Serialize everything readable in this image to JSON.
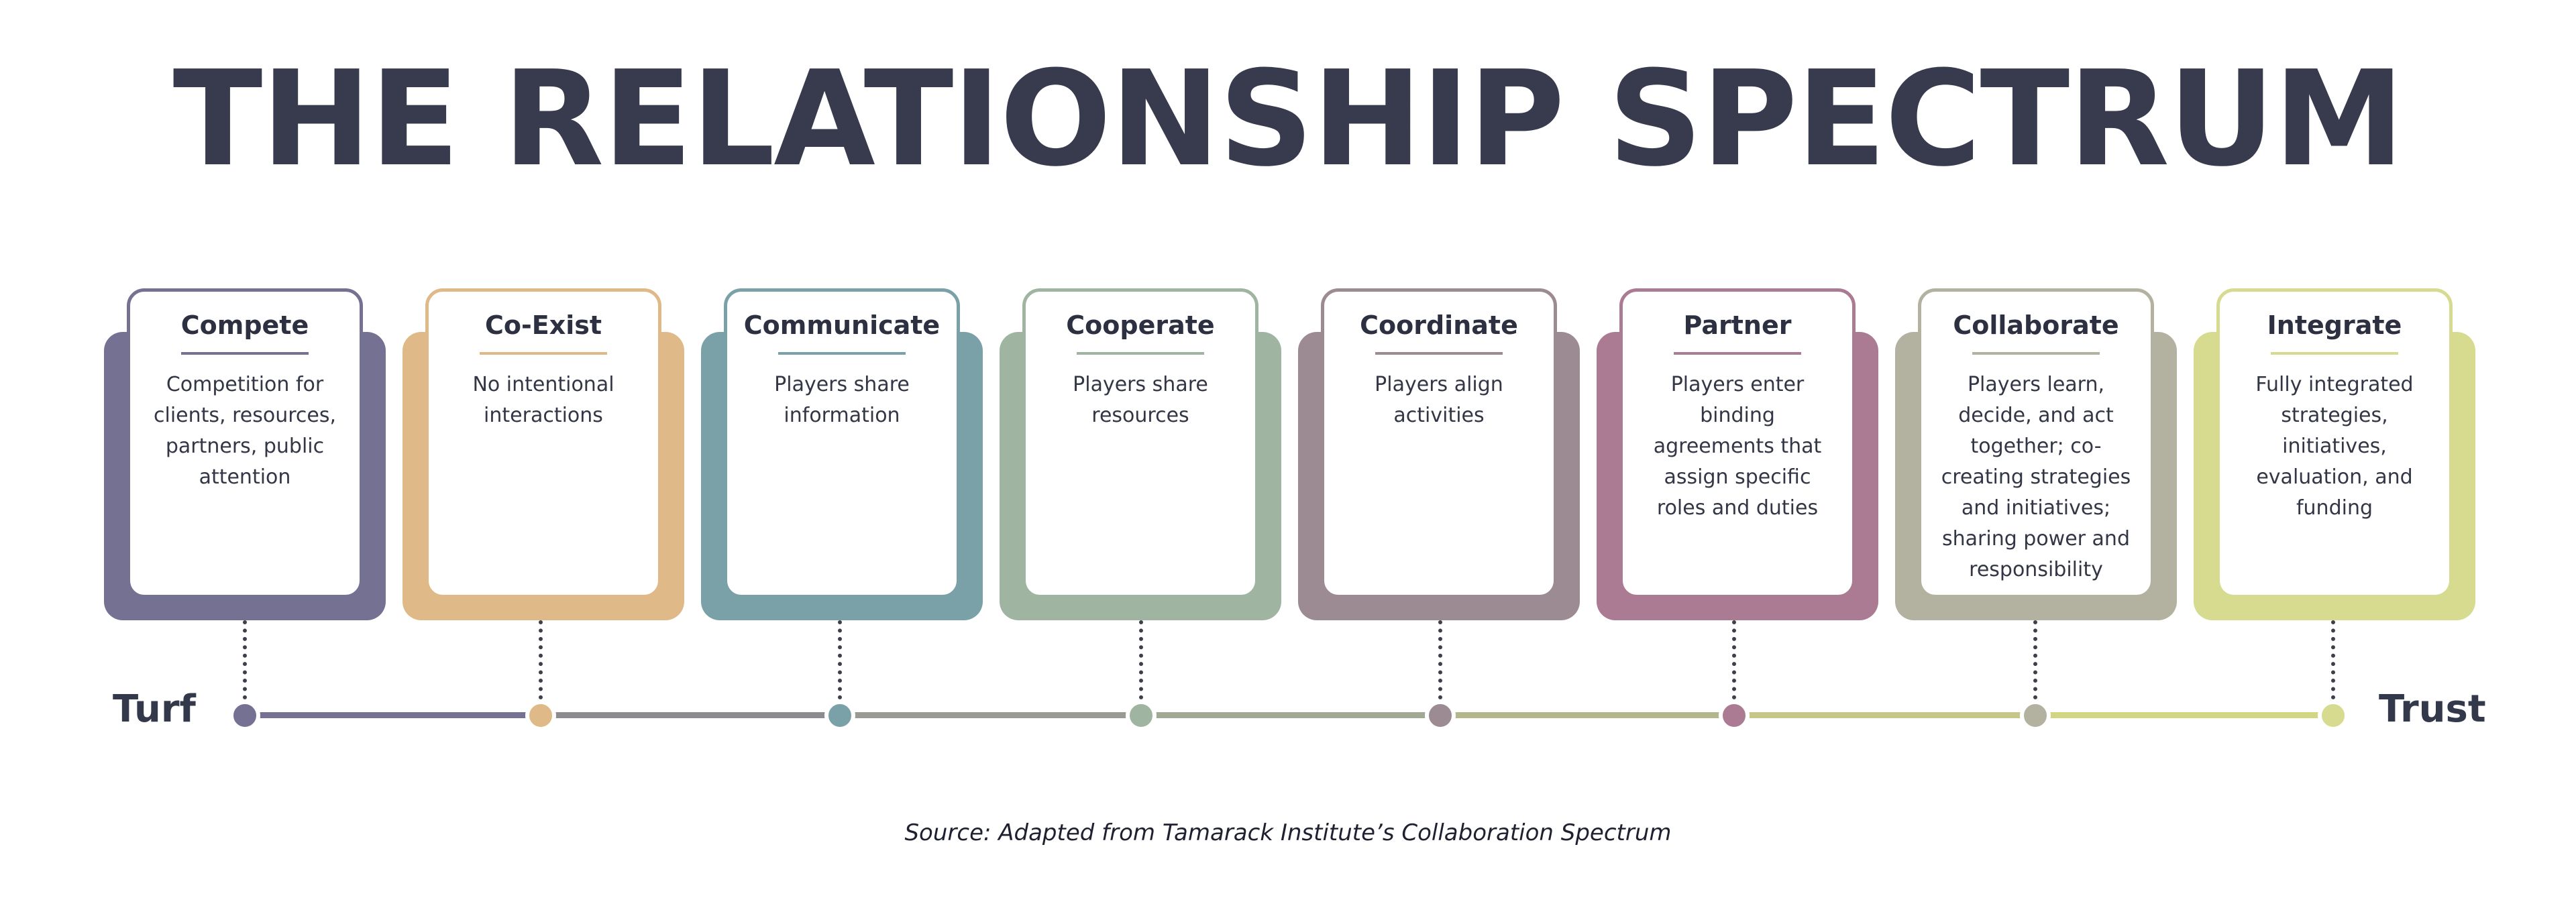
{
  "title": "THE RELATIONSHIP SPECTRUM",
  "spectrum_start": "Turf",
  "spectrum_end": "Trust",
  "source": "Source: Adapted from Tamarack Institute’s Collaboration Spectrum",
  "stages": [
    {
      "name": "Compete",
      "description": "Competition for clients, resources, partners, public attention",
      "color": "#757193"
    },
    {
      "name": "Co-Exist",
      "description": "No intentional interactions",
      "color": "#dfb988"
    },
    {
      "name": "Communicate",
      "description": "Players share information",
      "color": "#7ba1a8"
    },
    {
      "name": "Cooperate",
      "description": "Players share resources",
      "color": "#a0b5a1"
    },
    {
      "name": "Coordinate",
      "description": "Players align activities",
      "color": "#9c8b92"
    },
    {
      "name": "Partner",
      "description": "Players enter binding agreements that assign specific roles and duties",
      "color": "#aa7b93"
    },
    {
      "name": "Collaborate",
      "description": "Players learn, decide, and act together; co-creating strategies and initiatives; sharing power and responsibility",
      "color": "#b3b19f"
    },
    {
      "name": "Integrate",
      "description": "Fully integrated strategies, initiatives, evaluation, and funding",
      "color": "#d7db8f"
    }
  ],
  "line_colors": [
    "#757193",
    "#8b8b90",
    "#999a93",
    "#a1a894",
    "#b4b68e",
    "#c4c788",
    "#d2d683"
  ]
}
